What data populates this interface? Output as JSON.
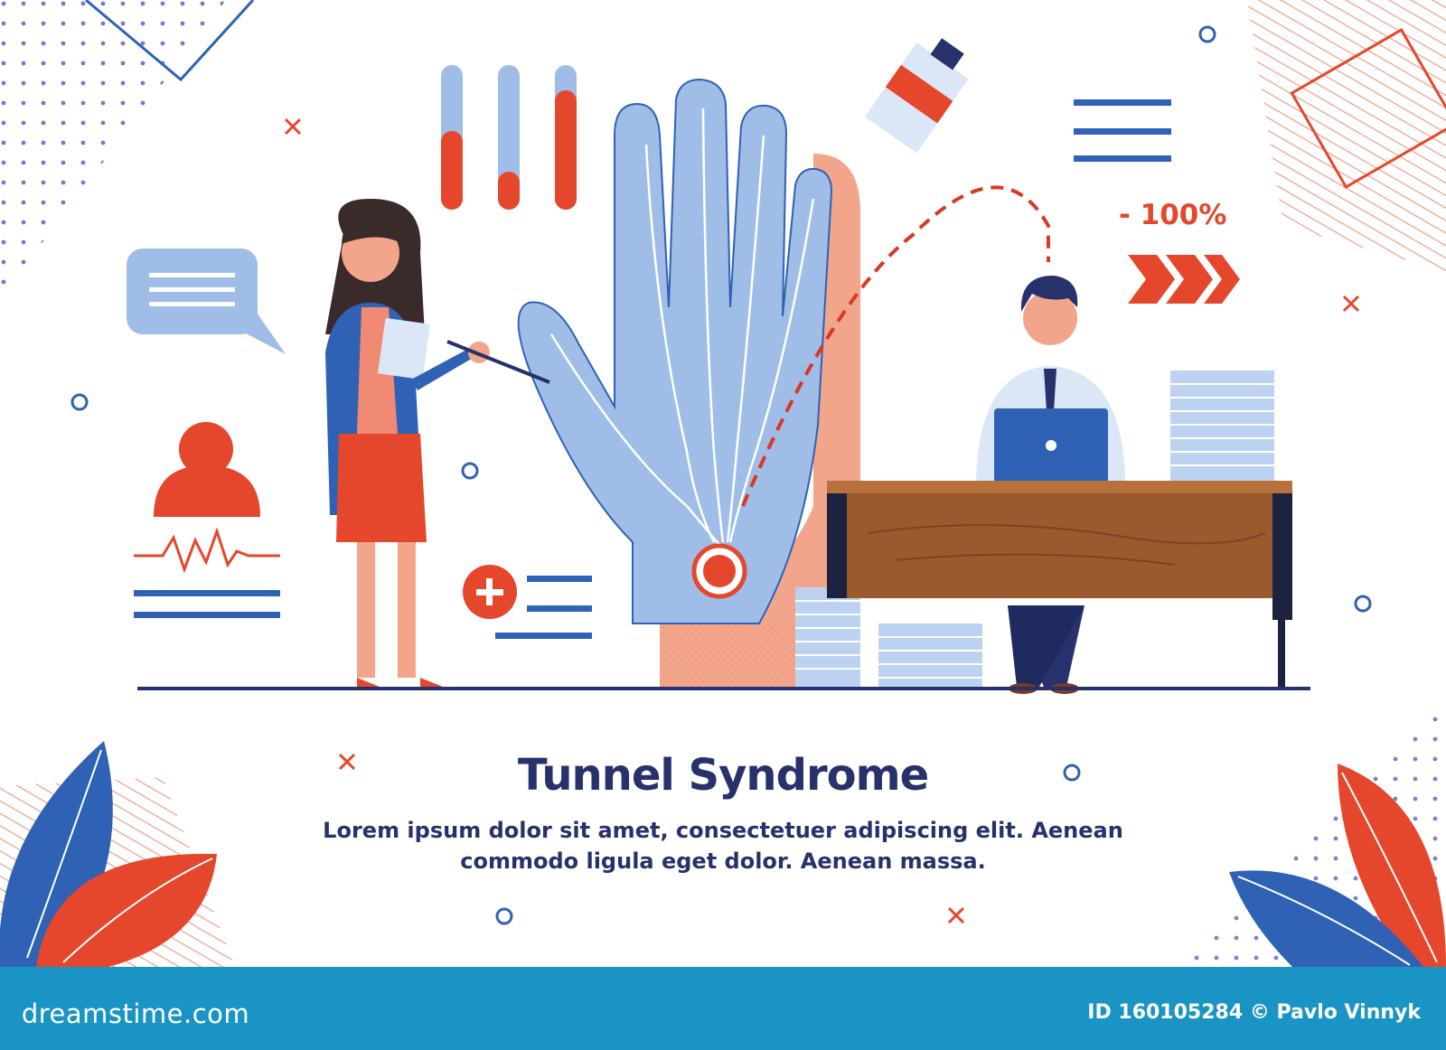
{
  "banner": {
    "title": "Tunnel Syndrome",
    "body": "Lorem ipsum dolor sit amet, consectetuer adipiscing elit. Aenean commodo ligula eget dolor. Aenean massa.",
    "discount_label": "- 100%"
  },
  "footer": {
    "logo_text": "dreamstime.com",
    "credit": "ID 160105284 © Pavlo Vinnyk"
  },
  "colors": {
    "navy_text": "#27316b",
    "accent_red": "#e5472c",
    "accent_blue": "#2f62b4",
    "light_blue": "#9fbde7",
    "skin": "#f2a58a",
    "footer_bar": "#1a94c4"
  },
  "icons": [
    "chat-bubble-icon",
    "person-icon",
    "heartbeat-icon",
    "plus-icon",
    "cream-tube-icon",
    "chevrons-right-icon",
    "laptop-icon",
    "leaf-icon"
  ]
}
